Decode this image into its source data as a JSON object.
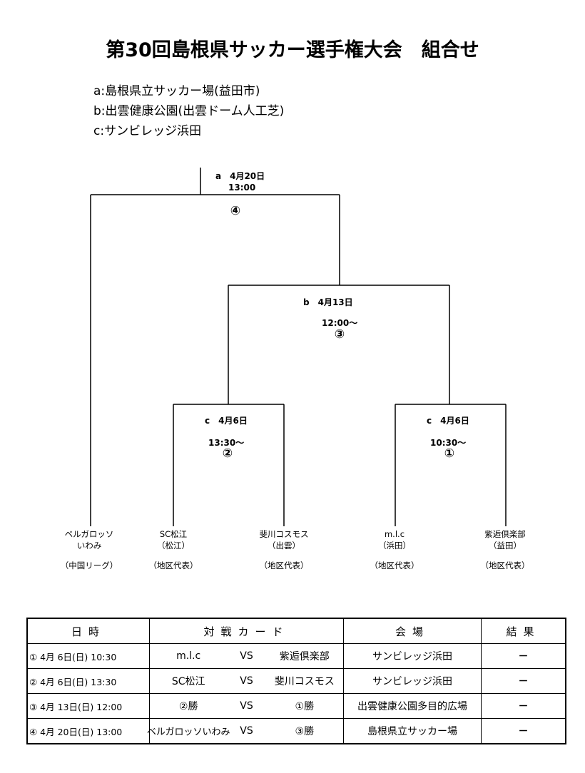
{
  "title": "第30回島根県サッカー選手権大会　組合せ",
  "venues": [
    "a:島根県立サッカー場(益田市)",
    "b:出雲健康公園(出雲ドーム人工芝)",
    "c:サンビレッジ浜田"
  ],
  "bracket": {
    "final": {
      "date": "a　4月20日",
      "time": "13:00",
      "num": "④"
    },
    "semi": {
      "date": "b　4月13日",
      "time": "12:00～",
      "num": "③"
    },
    "qf2": {
      "date": "c　4月6日",
      "time": "13:30～",
      "num": "②"
    },
    "qf1": {
      "date": "c　4月6日",
      "time": "10:30～",
      "num": "①"
    }
  },
  "teams": [
    {
      "name1": "ベルガロッソ",
      "name2": "いわみ",
      "rep": "（中国リーグ）"
    },
    {
      "name1": "SC松江",
      "name2": "（松江）",
      "rep": "（地区代表）"
    },
    {
      "name1": "斐川コスモス",
      "name2": "（出雲）",
      "rep": "（地区代表）"
    },
    {
      "name1": "m.l.c",
      "name2": "（浜田）",
      "rep": "（地区代表）"
    },
    {
      "name1": "紫逅倶楽部",
      "name2": "（益田）",
      "rep": "（地区代表）"
    }
  ],
  "table": {
    "headers": [
      "日時",
      "対戦カード",
      "会場",
      "結果"
    ],
    "rows": [
      {
        "datetime": "① 4月 6日(日) 10:30",
        "home": "m.l.c",
        "vs": "VS",
        "away": "紫逅倶楽部",
        "venue": "サンビレッジ浜田",
        "result": "－"
      },
      {
        "datetime": "② 4月 6日(日) 13:30",
        "home": "SC松江",
        "vs": "VS",
        "away": "斐川コスモス",
        "venue": "サンビレッジ浜田",
        "result": "－"
      },
      {
        "datetime": "③ 4月 13日(日) 12:00",
        "home": "②勝",
        "vs": "VS",
        "away": "①勝",
        "venue": "出雲健康公園多目的広場",
        "result": "－"
      },
      {
        "datetime": "④ 4月 20日(日) 13:00",
        "home": "ベルガロッソいわみ",
        "vs": "VS",
        "away": "③勝",
        "venue": "島根県立サッカー場",
        "result": "－"
      }
    ]
  }
}
